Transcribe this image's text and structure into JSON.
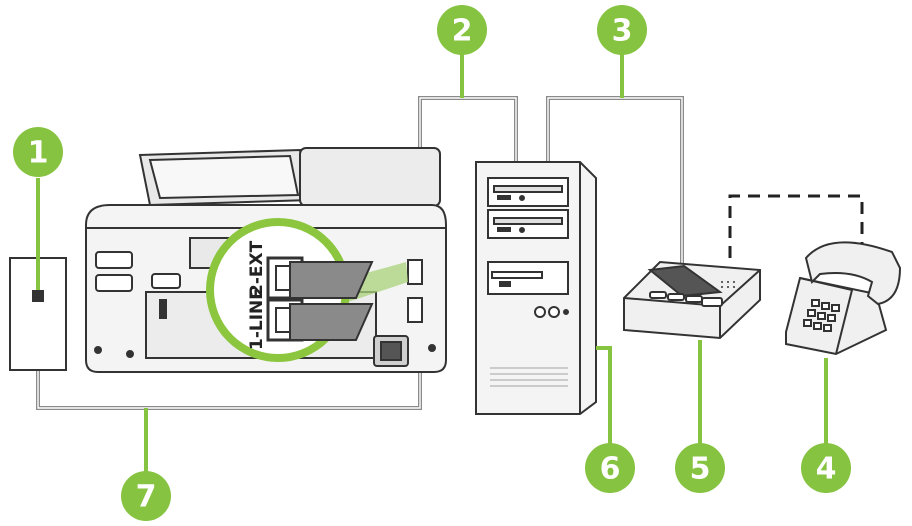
{
  "callouts": [
    {
      "id": "1",
      "label": "1"
    },
    {
      "id": "2",
      "label": "2"
    },
    {
      "id": "3",
      "label": "3"
    },
    {
      "id": "4",
      "label": "4"
    },
    {
      "id": "5",
      "label": "5"
    },
    {
      "id": "6",
      "label": "6"
    },
    {
      "id": "7",
      "label": "7"
    }
  ],
  "ports": {
    "ext_label": "2-EXT",
    "line_label": "1-LINE"
  },
  "colors": {
    "callout_green": "#86c341",
    "wire": "#7a7a7a",
    "outline": "#333333",
    "device_gray": "#e6e6e6"
  }
}
